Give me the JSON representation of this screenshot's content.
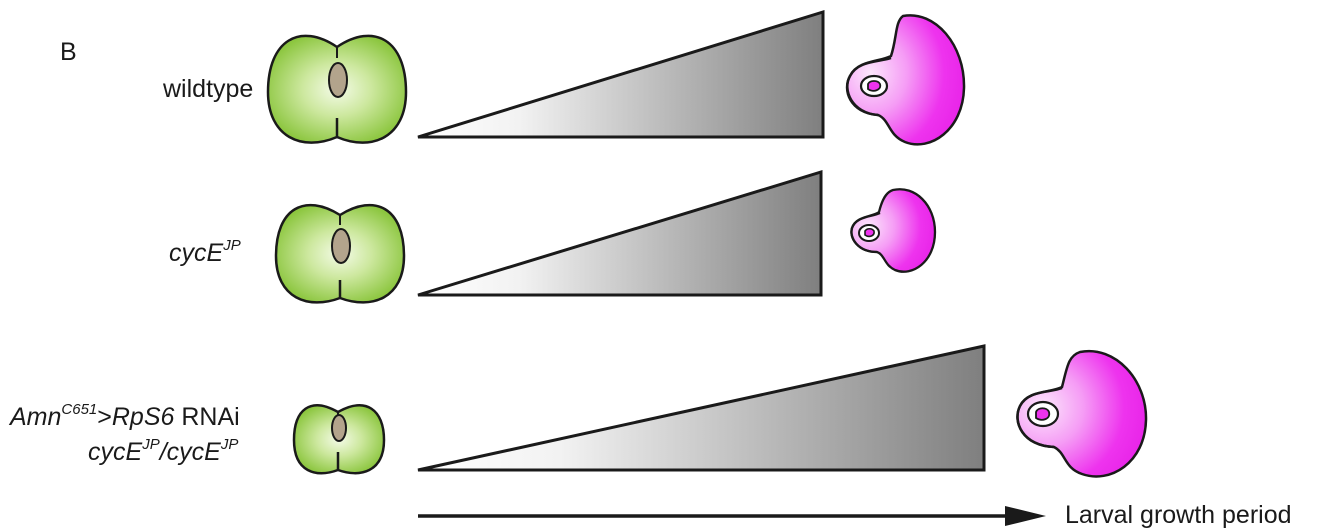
{
  "panel_label": "B",
  "rows": [
    {
      "label_parts": [
        {
          "text": "wildtype",
          "italic": false
        }
      ]
    },
    {
      "label_parts": [
        {
          "text": "cycE",
          "italic": true
        },
        {
          "text": "JP",
          "italic": true,
          "sup": true
        }
      ]
    },
    {
      "line1_parts": [
        {
          "text": "Amn",
          "italic": true
        },
        {
          "text": "C651",
          "italic": true,
          "sup": true
        },
        {
          "text": ">",
          "italic": false
        },
        {
          "text": "RpS6",
          "italic": true
        },
        {
          "text": " RNAi",
          "italic": false
        }
      ],
      "line2_parts": [
        {
          "text": "cycE",
          "italic": true
        },
        {
          "text": "JP",
          "italic": true,
          "sup": true
        },
        {
          "text": "/cycE",
          "italic": true
        },
        {
          "text": "JP",
          "italic": true,
          "sup": true
        }
      ]
    }
  ],
  "axis_label": "Larval growth period",
  "colors": {
    "gland": "#8cc63f",
    "gland_light": "#f4fbe8",
    "nucleus": "#b3a48c",
    "brain": "#ee33ee",
    "brain_light": "#f9d3f9",
    "wedge_dark": "#808080",
    "outline": "#1a1a1a"
  }
}
